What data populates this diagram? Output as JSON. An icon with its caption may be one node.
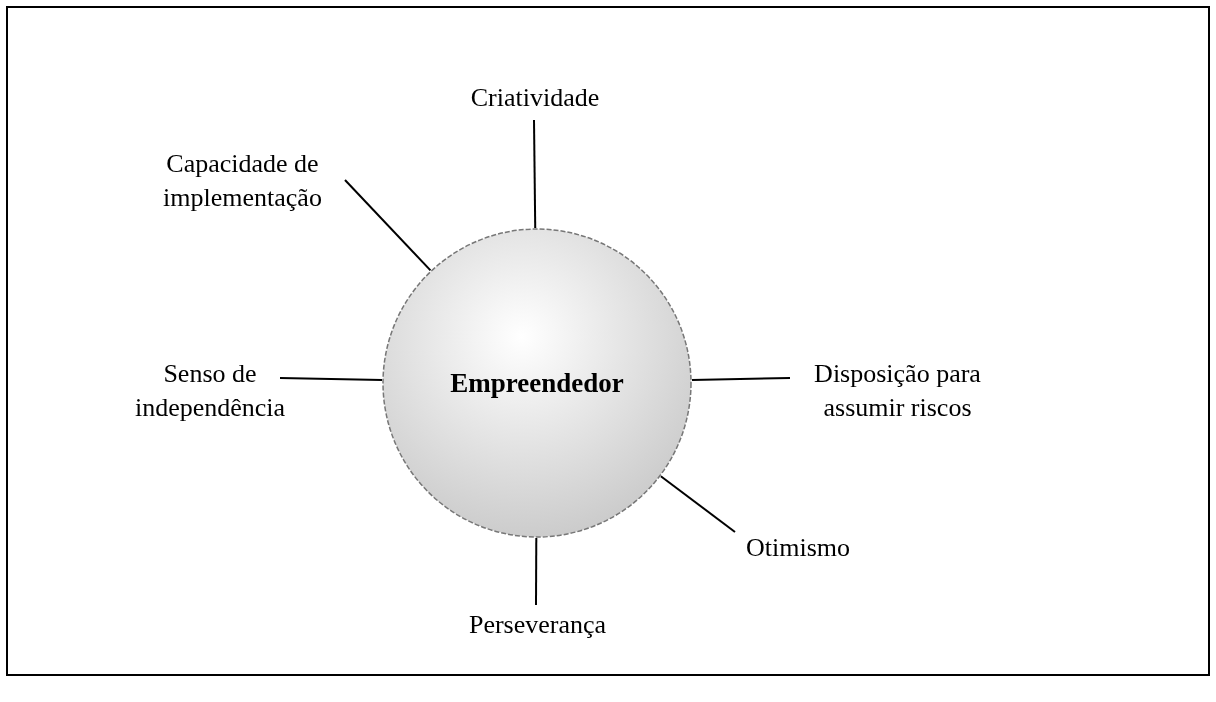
{
  "diagram": {
    "nodes": [
      {
        "text": [
          "Empreendedor"
        ]
      },
      {
        "text": [
          "Criatividade"
        ]
      },
      {
        "text": [
          "Capacidade de implementação"
        ]
      },
      {
        "text": [
          "Senso de independência"
        ]
      },
      {
        "text": [
          "Disposição para assumir riscos"
        ]
      },
      {
        "text": [
          "Otimismo"
        ]
      },
      {
        "text": [
          "Perseverança"
        ]
      }
    ],
    "edges": [
      {
        "from": 0,
        "to": 1,
        "arrow": "none"
      },
      {
        "from": 0,
        "to": 2,
        "arrow": "none"
      },
      {
        "from": 0,
        "to": 3,
        "arrow": "none"
      },
      {
        "from": 0,
        "to": 4,
        "arrow": "none"
      },
      {
        "from": 0,
        "to": 5,
        "arrow": "none"
      },
      {
        "from": 0,
        "to": 6,
        "arrow": "none"
      }
    ]
  }
}
